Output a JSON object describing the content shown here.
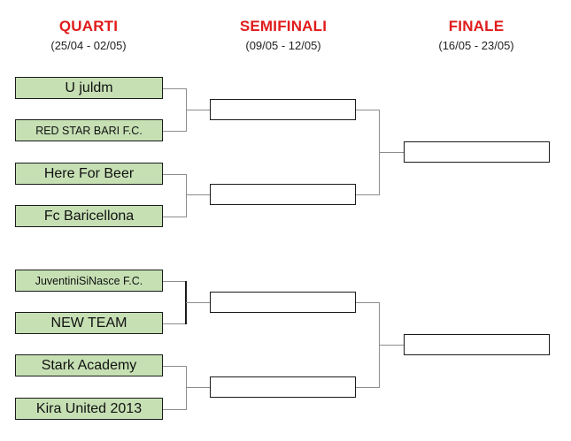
{
  "columns": {
    "quarti": {
      "title": "QUARTI",
      "dates": "(25/04 - 02/05)"
    },
    "semifinali": {
      "title": "SEMIFINALI",
      "dates": "(09/05 - 12/05)"
    },
    "finale": {
      "title": "FINALE",
      "dates": "(16/05 - 23/05)"
    }
  },
  "teams": [
    "U juldm",
    "RED STAR BARI F.C.",
    "Here For Beer",
    "Fc Baricellona",
    "JuventiniSiNasce F.C.",
    "NEW TEAM",
    "Stark Academy",
    "Kira United 2013"
  ],
  "semifinals": [
    "",
    "",
    "",
    ""
  ],
  "finals": [
    "",
    ""
  ],
  "colors": {
    "title": "#e01b1b",
    "team_fill": "#c6e0b4",
    "border": "#1a1a1a",
    "connector": "#8c8c8c"
  }
}
